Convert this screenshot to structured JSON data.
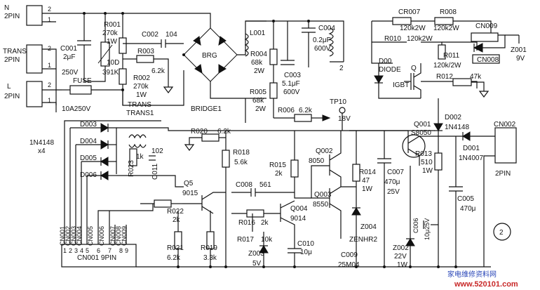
{
  "connectors": {
    "n": {
      "name": "N",
      "pins": "2PIN"
    },
    "trans": {
      "name": "TRANS",
      "pins": "2PIN"
    },
    "l": {
      "name": "L",
      "pins": "2PIN"
    },
    "cn002": {
      "name": "CN002",
      "pins": "2PIN"
    },
    "cn001": {
      "name": "CN001 9PIN",
      "pins": [
        "CN001",
        "CN002",
        "CN003",
        "CN004",
        "CN005",
        "CN006",
        "CN007",
        "CN008",
        "CN009"
      ],
      "numbers": [
        "1",
        "2",
        "3",
        "4",
        "5",
        "6",
        "7",
        "8",
        "9"
      ]
    }
  },
  "pin_numbers": {
    "two": "2",
    "one": "1"
  },
  "components": {
    "r001": [
      "R001",
      "270k",
      "1W"
    ],
    "c001": [
      "C001",
      "2μF",
      "250V"
    ],
    "ten_d": [
      "10D",
      "391K"
    ],
    "c002": [
      "C002",
      "104"
    ],
    "r003": [
      "R003",
      "6.2k"
    ],
    "r002": [
      "R002",
      "270k",
      "1W"
    ],
    "fuse": [
      "FUSE",
      "10A250V"
    ],
    "trans1": [
      "TRANS",
      "TRANS1"
    ],
    "brg": "BRG",
    "bridge1": "BRIDGE1",
    "l001": "L001",
    "r004": [
      "R004",
      "68k",
      "2W"
    ],
    "c003": [
      "C003",
      "5.1μF",
      "600V"
    ],
    "c004": [
      "C004",
      "0.2μF",
      "600V"
    ],
    "coil_no": "2",
    "r005": [
      "R005",
      "68k",
      "2W"
    ],
    "r006": [
      "R006",
      "6.2k"
    ],
    "tp10": [
      "TP10",
      "18V"
    ],
    "cr007": [
      "CR007",
      "120k2W"
    ],
    "r008": [
      "R008",
      "120k2W"
    ],
    "cn009": "CN009",
    "r010": [
      "R010",
      "120k2W"
    ],
    "r011": [
      "R011",
      "120k/2W"
    ],
    "cn008": "CN008",
    "z001": [
      "Z001",
      "9V"
    ],
    "d00": [
      "D00",
      "DIODE"
    ],
    "q_igbt": [
      "Q",
      "IGBT"
    ],
    "r012": [
      "R012",
      "47k"
    ],
    "d002": [
      "D002",
      "1N4148"
    ],
    "q001": [
      "Q001",
      "S8050"
    ],
    "r013": [
      "R013",
      "510",
      "1W"
    ],
    "d001": [
      "D001",
      "1N4007"
    ],
    "c005": [
      "C005",
      "470μ"
    ],
    "c006": [
      "C006",
      "10μ25V"
    ],
    "c007": [
      "C007",
      "470μ",
      "25V"
    ],
    "r014": [
      "R014",
      "47",
      "1W"
    ],
    "zenhr2": [
      "Z004",
      "ZENHR2"
    ],
    "z002": [
      "Z002",
      "22V",
      "1W"
    ],
    "c009": [
      "C009",
      "25M04"
    ],
    "q002": [
      "Q002",
      "8050"
    ],
    "q003": [
      "Q003",
      "8550"
    ],
    "q004": [
      "Q004",
      "9014"
    ],
    "r015": [
      "R015",
      "2k"
    ],
    "r016": [
      "R016",
      "2k"
    ],
    "r017": [
      "R017",
      "10k"
    ],
    "c008": [
      "C008",
      "561"
    ],
    "c010": [
      "C010",
      "10μ"
    ],
    "z003": [
      "Z003",
      "5V"
    ],
    "r018": [
      "R018",
      "5.6k"
    ],
    "r019": [
      "R019",
      "3.3k"
    ],
    "r020": [
      "R020",
      "6.2k"
    ],
    "r021": [
      "R021",
      "6.2k"
    ],
    "r022": [
      "R022",
      "2k"
    ],
    "q5": [
      "Q5",
      "9015"
    ],
    "d003": "D003",
    "d004": "D004",
    "d005": "D005",
    "d006": "D006",
    "diodes_note": [
      "1N4148",
      "x4"
    ],
    "r023": [
      "R023",
      "1k"
    ],
    "c011": [
      "C011",
      "102"
    ]
  },
  "badge": "2",
  "watermark": {
    "cn": "家电维修资料网",
    "url": "www.520101.com"
  }
}
